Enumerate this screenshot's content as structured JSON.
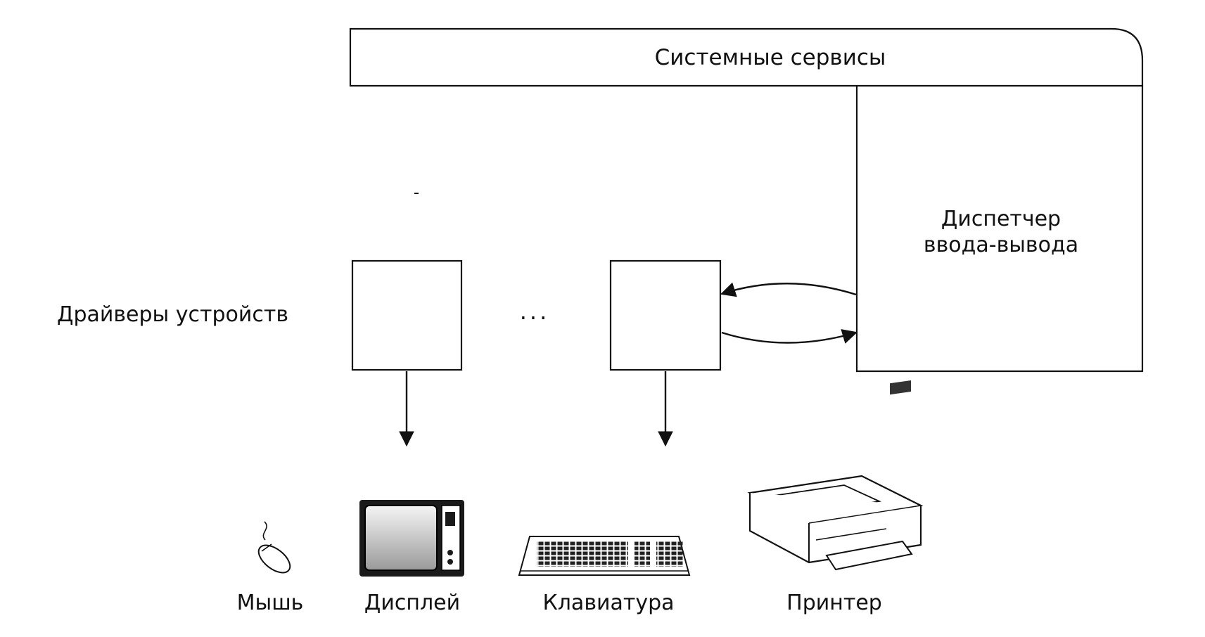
{
  "system_services": {
    "label": "Системные сервисы"
  },
  "io_manager": {
    "line1": "Диспетчер",
    "line2": "ввода-вывода"
  },
  "device_drivers": {
    "label": "Драйверы устройств",
    "ellipsis": "..."
  },
  "devices": {
    "mouse": "Мышь",
    "display": "Дисплей",
    "keyboard": "Клавиатура",
    "printer": "Принтер"
  }
}
